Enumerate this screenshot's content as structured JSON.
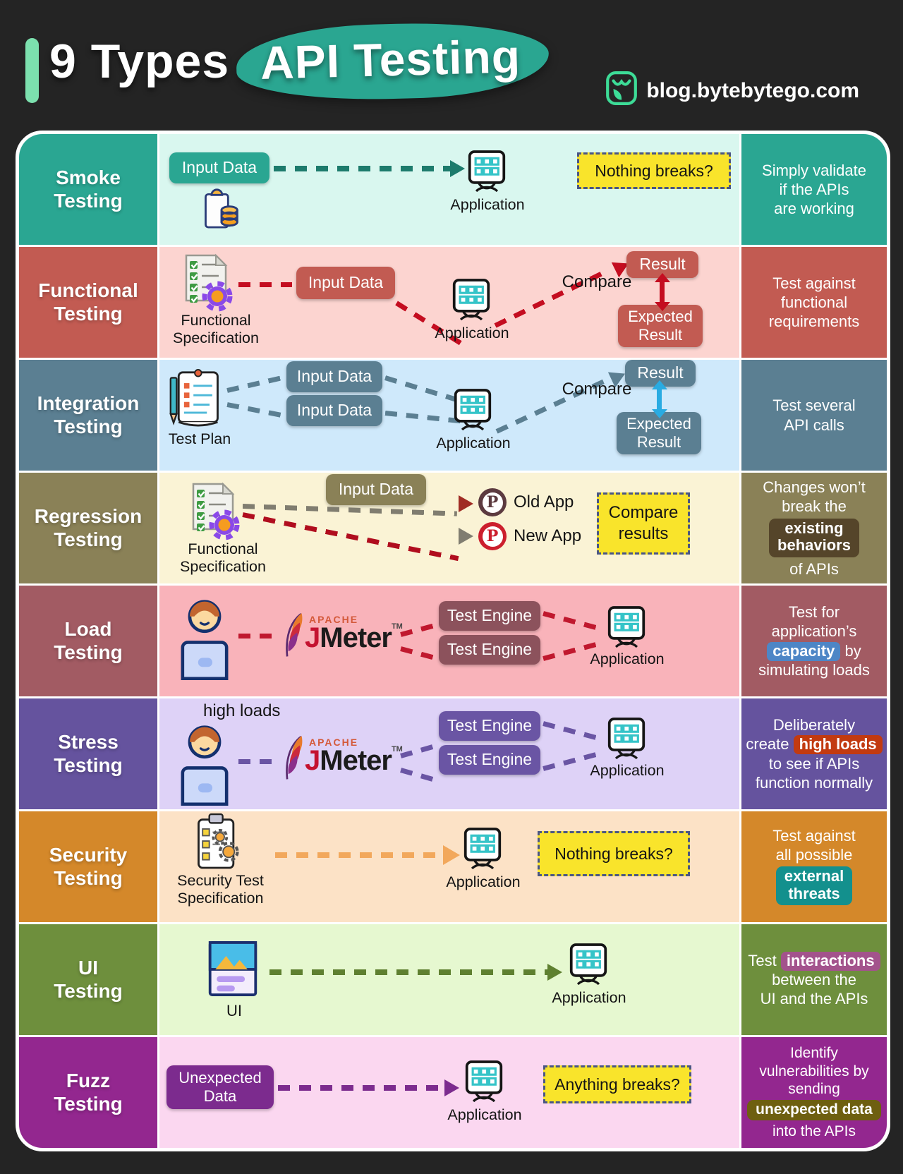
{
  "header": {
    "title_prefix": "9 Types",
    "title_highlight": "API Testing",
    "site": "blog.bytebytego.com",
    "colors": {
      "accent": "#7ce0ae",
      "blob": "#2aa691",
      "logo": "#3ddc97",
      "background": "#242424"
    }
  },
  "palette": {
    "callout_bg": "#f9e42b",
    "callout_border": "#4a5684"
  },
  "rows": [
    {
      "name": "smoke",
      "title1": "Smoke",
      "title2": "Testing",
      "colors": {
        "label": "#2aa692",
        "panel": "#d9f7ef",
        "dash": "#1d7b6c",
        "box": "#2aa692"
      },
      "input_box": "Input Data",
      "app_label": "Application",
      "callout": "Nothing breaks?",
      "desc": {
        "l1": "Simply validate",
        "l2": "if the APIs",
        "l3": "are working"
      }
    },
    {
      "name": "functional",
      "title1": "Functional",
      "title2": "Testing",
      "colors": {
        "label": "#c25b52",
        "panel": "#fcd4d0",
        "dash": "#c40d20",
        "box": "#c25b52",
        "accent": "#c40d20"
      },
      "spec1": "Functional",
      "spec2": "Specification",
      "input_box": "Input Data",
      "app_label": "Application",
      "compare": "Compare",
      "result": "Result",
      "expected1": "Expected",
      "expected2": "Result",
      "desc": {
        "l1": "Test against",
        "l2": "functional",
        "l3": "requirements"
      }
    },
    {
      "name": "integration",
      "title1": "Integration",
      "title2": "Testing",
      "colors": {
        "label": "#5b7f92",
        "panel": "#cfe9fb",
        "dash": "#5b7f92",
        "box": "#5b7f92",
        "accent": "#29abe2"
      },
      "plan_label": "Test Plan",
      "input_box1": "Input Data",
      "input_box2": "Input Data",
      "app_label": "Application",
      "compare": "Compare",
      "result": "Result",
      "expected1": "Expected",
      "expected2": "Result",
      "desc": {
        "l1": "Test several",
        "l2": "API calls"
      }
    },
    {
      "name": "regression",
      "title1": "Regression",
      "title2": "Testing",
      "colors": {
        "label": "#8a8157",
        "panel": "#faf3d5",
        "dash": "#807d70",
        "dash2": "#b00d1e",
        "box": "#8a8157",
        "hl": "#55452a",
        "pin_old": "#5c3a3f",
        "pin_new": "#cc1f2d",
        "arrow_old": "#a02c24",
        "arrow_new": "#807d70"
      },
      "input_box": "Input Data",
      "spec1": "Functional",
      "spec2": "Specification",
      "old_app": "Old App",
      "new_app": "New App",
      "callout1": "Compare",
      "callout2": "results",
      "desc": {
        "l1": "Changes won’t",
        "l2": "break the",
        "hl1": "existing",
        "hl2": "behaviors",
        "l3": "of APIs"
      }
    },
    {
      "name": "load",
      "title1": "Load",
      "title2": "Testing",
      "colors": {
        "label": "#a25b63",
        "panel": "#f9b3ba",
        "dash": "#c0182e",
        "box": "#8c525c",
        "hl": "#4d86c6",
        "jm_j": "#c41230",
        "apache": "#d4593a"
      },
      "apache": "APACHE",
      "jmeter": "JMeter",
      "tm": "TM",
      "engine1": "Test Engine",
      "engine2": "Test Engine",
      "app_label": "Application",
      "desc": {
        "l1": "Test for",
        "l2": "application’s",
        "hl": "capacity",
        "l3": "by",
        "l4": "simulating loads"
      }
    },
    {
      "name": "stress",
      "title1": "Stress",
      "title2": "Testing",
      "colors": {
        "label": "#65539e",
        "panel": "#ded2f7",
        "dash": "#6a55a4",
        "box": "#6a55a4",
        "hl": "#c23a10",
        "jm_j": "#c41230",
        "apache": "#d4593a"
      },
      "note": "high loads",
      "apache": "APACHE",
      "jmeter": "JMeter",
      "tm": "TM",
      "engine1": "Test Engine",
      "engine2": "Test Engine",
      "app_label": "Application",
      "desc": {
        "l1": "Deliberately",
        "l2": "create",
        "hl": "high loads",
        "l3": "to see if APIs",
        "l4": "function normally"
      }
    },
    {
      "name": "security",
      "title1": "Security",
      "title2": "Testing",
      "colors": {
        "label": "#d4882a",
        "panel": "#fce2c6",
        "dash": "#f2a85c",
        "hl": "#13908d"
      },
      "spec1": "Security Test",
      "spec2": "Specification",
      "app_label": "Application",
      "callout": "Nothing breaks?",
      "desc": {
        "l1": "Test against",
        "l2": "all possible",
        "hl1": "external",
        "hl2": "threats"
      }
    },
    {
      "name": "ui",
      "title1": "UI",
      "title2": "Testing",
      "colors": {
        "label": "#6e8f3d",
        "panel": "#e6f8d0",
        "dash": "#5f8030",
        "hl": "#a3538c"
      },
      "ui_label": "UI",
      "app_label": "Application",
      "desc": {
        "l1": "Test",
        "hl": "interactions",
        "l2": "between the",
        "l3": "UI and the APIs"
      }
    },
    {
      "name": "fuzz",
      "title1": "Fuzz",
      "title2": "Testing",
      "colors": {
        "label": "#93278f",
        "panel": "#fbd7f0",
        "dash": "#7c2b8e",
        "box": "#7c2b8e",
        "hl": "#6e5f10"
      },
      "input1": "Unexpected",
      "input2": "Data",
      "app_label": "Application",
      "callout": "Anything breaks?",
      "desc": {
        "l1": "Identify",
        "l2": "vulnerabilities by",
        "l3": "sending",
        "hl": "unexpected data",
        "l4": "into the APIs"
      }
    }
  ]
}
